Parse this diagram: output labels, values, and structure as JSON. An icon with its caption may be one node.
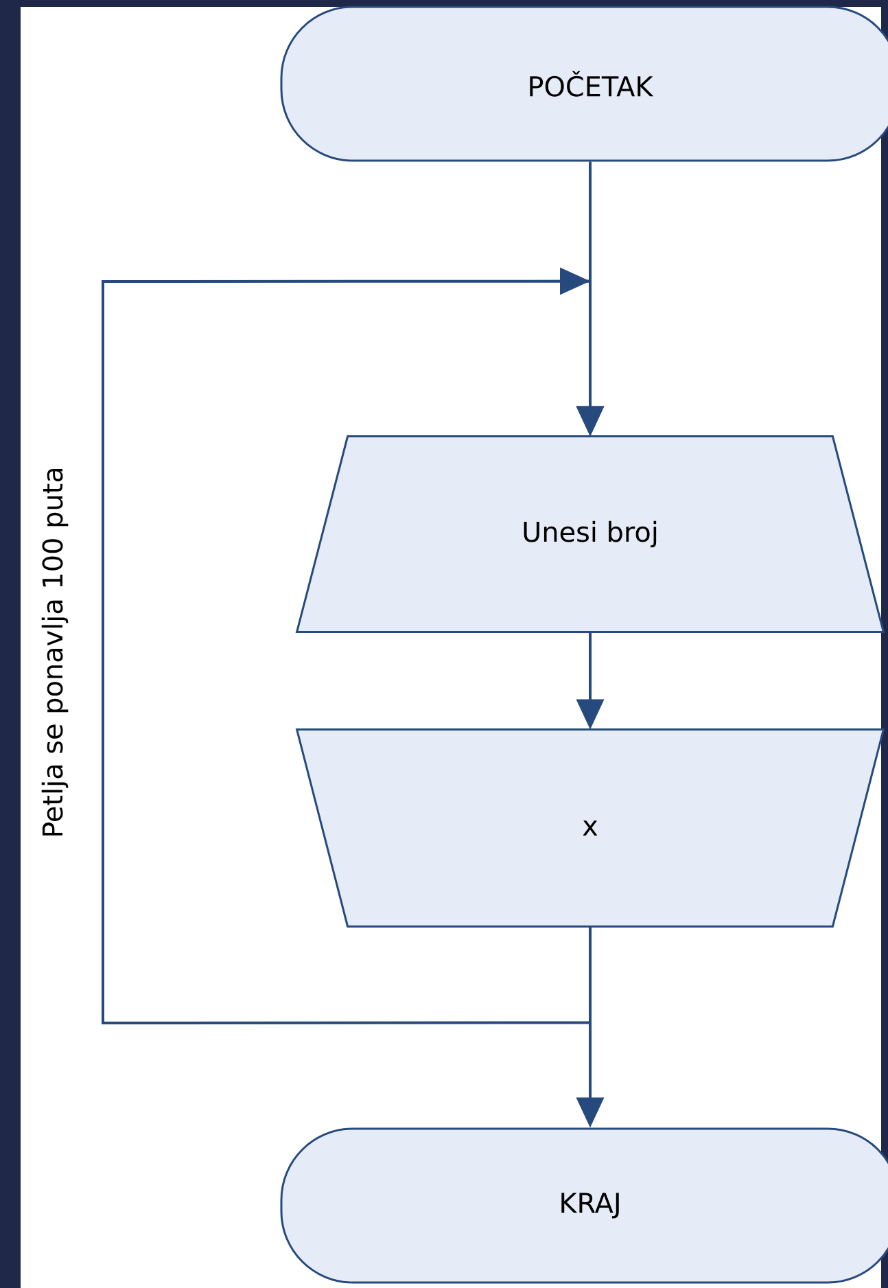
{
  "diagram": {
    "nodes": [
      {
        "text": [
          "POČETAK"
        ]
      },
      {
        "text": [
          "Unesi broj"
        ]
      },
      {
        "text": [
          "x"
        ]
      },
      {
        "text": [
          "KRAJ"
        ]
      }
    ],
    "edges": [
      {
        "from": 0,
        "to": 1,
        "arrow": "to"
      },
      {
        "from": 1,
        "to": 2,
        "arrow": "to"
      },
      {
        "from": 2,
        "to": 3,
        "arrow": "to"
      },
      {
        "from": 2,
        "to": 1,
        "arrow": "to",
        "label": "Petlja se ponavlja 100 puta"
      }
    ]
  }
}
